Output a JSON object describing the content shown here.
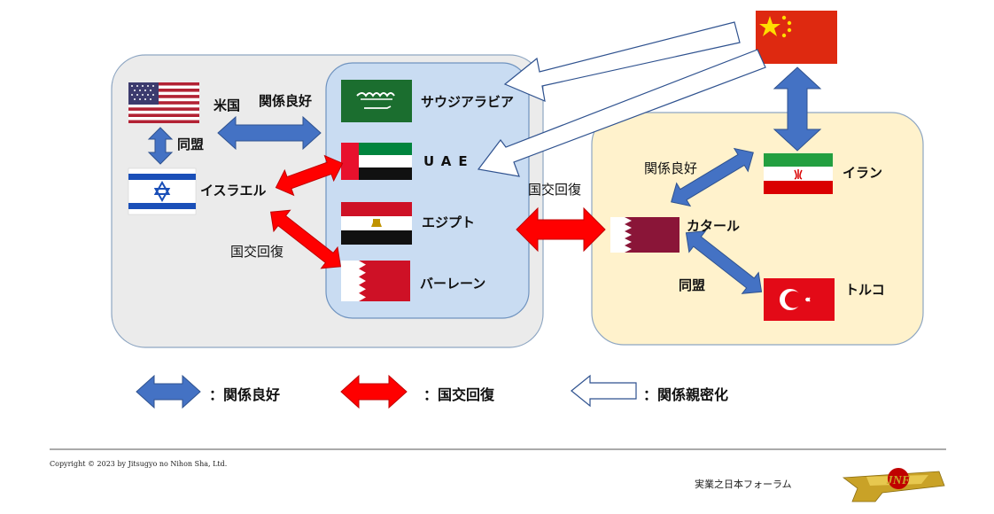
{
  "colors": {
    "left_group_bg": "#ebebeb",
    "gulf_group_bg": "#c9dcf2",
    "right_group_bg": "#fff2cc",
    "group_border": "#8ea6c2",
    "good_relations_arrow": "#4472c4",
    "restored_relations_arrow": "#ff0000",
    "closer_relations_arrow": "#ffffff"
  },
  "countries": {
    "usa": "米国",
    "israel": "イスラエル",
    "saudi": "サウジアラビア",
    "uae": "UAE",
    "egypt": "エジプト",
    "bahrain": "バーレーン",
    "iran": "イラン",
    "qatar": "カタール",
    "turkey": "トルコ"
  },
  "flags": {
    "usa": "usa-flag",
    "israel": "israel-flag",
    "saudi": "saudi-flag",
    "uae": "uae-flag",
    "egypt": "egypt-flag",
    "bahrain": "bahrain-flag",
    "iran": "iran-flag",
    "qatar": "qatar-flag",
    "turkey": "turkey-flag",
    "china": "china-flag"
  },
  "relation_labels": {
    "usa_gulf": "関係良好",
    "usa_israel": "同盟",
    "israel_bahrain": "国交回復",
    "gulf_qatar": "国交回復",
    "qatar_iran": "関係良好",
    "qatar_turkey": "同盟"
  },
  "legend": {
    "good": "：関係良好",
    "restored": "：国交回復",
    "closer": "：関係親密化"
  },
  "footer": {
    "copyright": "Copyright © 2023 by Jitsugyo no Nihon Sha, Ltd.",
    "brand": "実業之日本フォーラム",
    "logo": "JNF"
  }
}
